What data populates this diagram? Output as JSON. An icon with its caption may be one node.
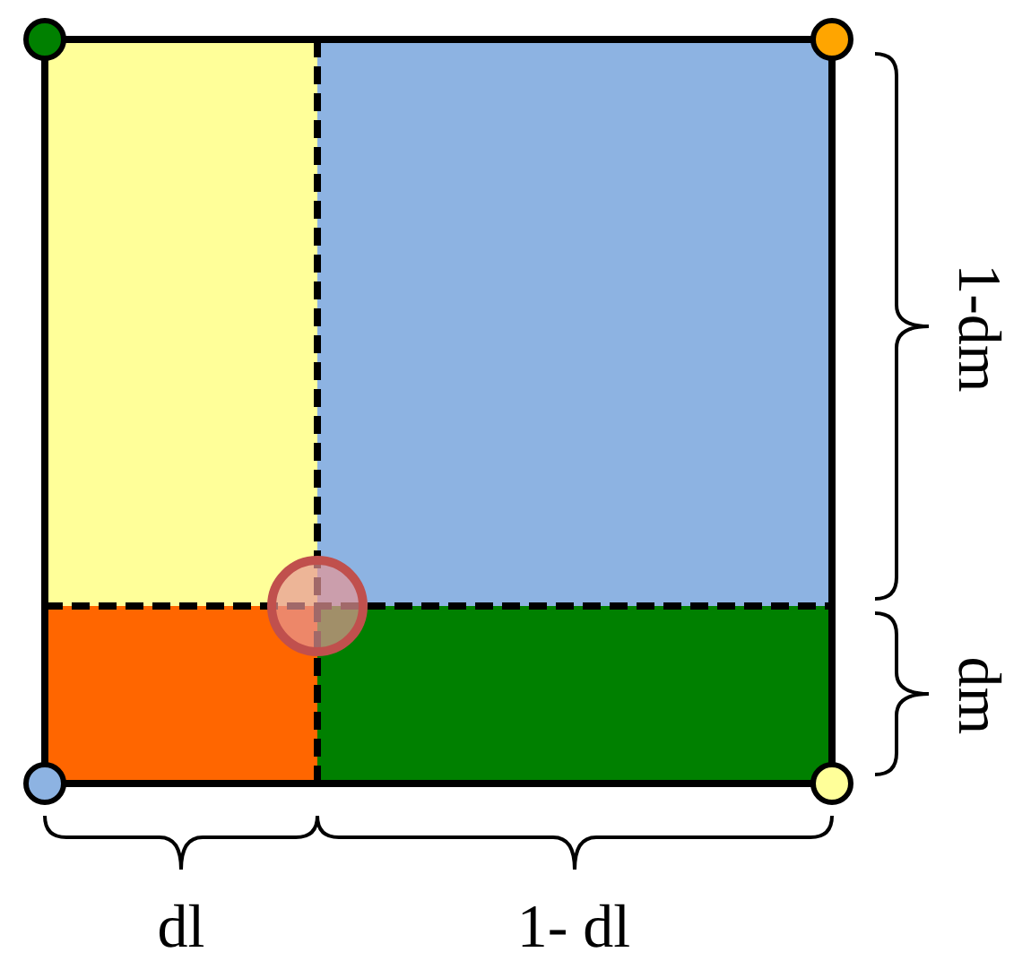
{
  "diagram": {
    "nodes": [
      {
        "text": [],
        "shape": "circle"
      },
      {
        "text": [],
        "shape": "circle"
      },
      {
        "text": [],
        "shape": "box"
      },
      {
        "text": [],
        "shape": "box"
      },
      {
        "text": [],
        "shape": "circle"
      },
      {
        "text": [],
        "shape": "box"
      },
      {
        "text": [],
        "shape": "box"
      },
      {
        "text": [],
        "shape": "circle"
      },
      {
        "text": [],
        "shape": "circle"
      }
    ],
    "labels": [
      "1-dm",
      "dm",
      "dl",
      "1- dl"
    ]
  }
}
